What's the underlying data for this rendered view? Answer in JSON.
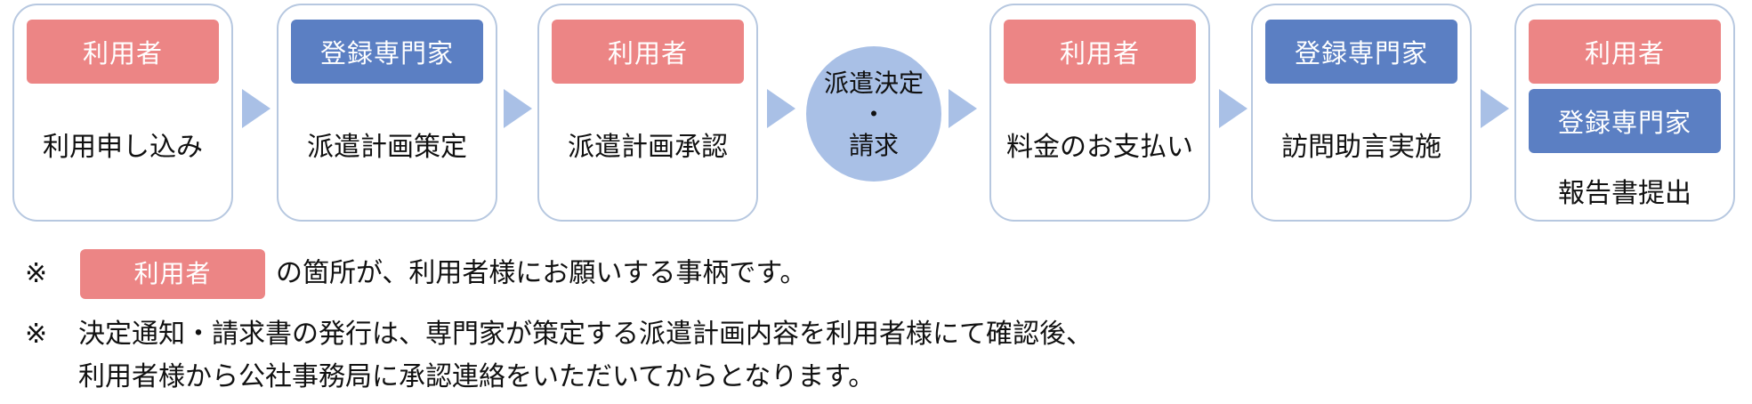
{
  "steps": [
    {
      "roles": [
        "利用者"
      ],
      "text": "利用申し込み"
    },
    {
      "roles": [
        "登録専門家"
      ],
      "text": "派遣計画策定"
    },
    {
      "roles": [
        "利用者"
      ],
      "text": "派遣計画承認"
    },
    {
      "roles": [
        "利用者"
      ],
      "text": "料金のお支払い"
    },
    {
      "roles": [
        "登録専門家"
      ],
      "text": "訪問助言実施"
    },
    {
      "roles": [
        "利用者",
        "登録専門家"
      ],
      "text": "報告書提出"
    }
  ],
  "center_node": {
    "line1": "派遣決定",
    "dot": "・",
    "line2": "請求"
  },
  "notes": {
    "mark": "※",
    "note1_badge": "利用者",
    "note1_text": "の箇所が、利用者様にお願いする事柄です。",
    "note2_line1": "決定通知・請求書の発行は、専門家が策定する派遣計画内容を利用者様にて確認後、",
    "note2_line2": "利用者様から公社事務局に承認連絡をいただいてからとなります。"
  },
  "colors": {
    "user": "#ec8585",
    "expert": "#5b7fc3",
    "arrow": "#a9c0e6",
    "border": "#b7c8e0"
  }
}
